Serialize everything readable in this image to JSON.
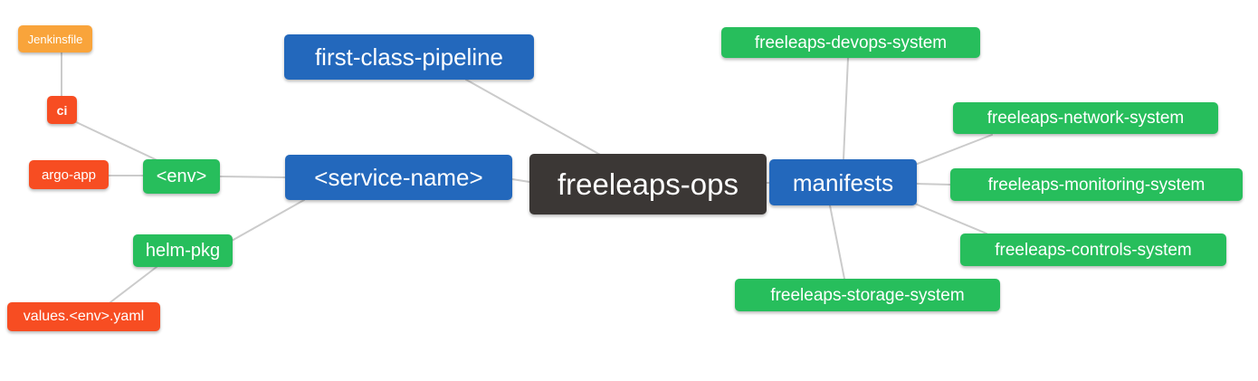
{
  "diagram": {
    "type": "mindmap",
    "root_id": "freeleaps-ops",
    "colors": {
      "root": "#3B3735",
      "level1_blue": "#2368BC",
      "level2_green": "#27BE5C",
      "level3_red": "#F74D22",
      "level4_orange": "#F9A43B",
      "edge": "#CBCBCB",
      "text": "#FFFFFF",
      "background": "#FFFFFF"
    },
    "nodes": [
      {
        "id": "freeleaps-ops",
        "label": "freeleaps-ops",
        "level": "root"
      },
      {
        "id": "first-class-pipeline",
        "label": "first-class-pipeline",
        "level": "level1_blue"
      },
      {
        "id": "service-name",
        "label": "<service-name>",
        "level": "level1_blue"
      },
      {
        "id": "manifests",
        "label": "manifests",
        "level": "level1_blue"
      },
      {
        "id": "env",
        "label": "<env>",
        "level": "level2_green"
      },
      {
        "id": "helm-pkg",
        "label": "helm-pkg",
        "level": "level2_green"
      },
      {
        "id": "ci",
        "label": "ci",
        "level": "level3_red"
      },
      {
        "id": "argo-app",
        "label": "argo-app",
        "level": "level3_red"
      },
      {
        "id": "values-env-yaml",
        "label": "values.<env>.yaml",
        "level": "level3_red"
      },
      {
        "id": "jenkinsfile",
        "label": "Jenkinsfile",
        "level": "level4_orange"
      },
      {
        "id": "freeleaps-devops-system",
        "label": "freeleaps-devops-system",
        "level": "level2_green"
      },
      {
        "id": "freeleaps-network-system",
        "label": "freeleaps-network-system",
        "level": "level2_green"
      },
      {
        "id": "freeleaps-monitoring-system",
        "label": "freeleaps-monitoring-system",
        "level": "level2_green"
      },
      {
        "id": "freeleaps-controls-system",
        "label": "freeleaps-controls-system",
        "level": "level2_green"
      },
      {
        "id": "freeleaps-storage-system",
        "label": "freeleaps-storage-system",
        "level": "level2_green"
      }
    ],
    "edges": [
      {
        "from": "jenkinsfile",
        "to": "ci"
      },
      {
        "from": "ci",
        "to": "env"
      },
      {
        "from": "argo-app",
        "to": "env"
      },
      {
        "from": "env",
        "to": "service-name"
      },
      {
        "from": "helm-pkg",
        "to": "service-name"
      },
      {
        "from": "values-env-yaml",
        "to": "helm-pkg"
      },
      {
        "from": "first-class-pipeline",
        "to": "freeleaps-ops"
      },
      {
        "from": "service-name",
        "to": "freeleaps-ops"
      },
      {
        "from": "freeleaps-ops",
        "to": "manifests"
      },
      {
        "from": "manifests",
        "to": "freeleaps-devops-system"
      },
      {
        "from": "manifests",
        "to": "freeleaps-network-system"
      },
      {
        "from": "manifests",
        "to": "freeleaps-monitoring-system"
      },
      {
        "from": "manifests",
        "to": "freeleaps-controls-system"
      },
      {
        "from": "manifests",
        "to": "freeleaps-storage-system"
      }
    ]
  }
}
